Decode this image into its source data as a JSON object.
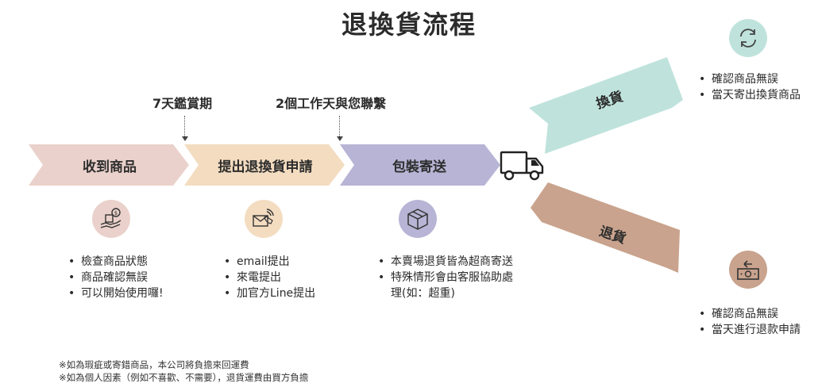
{
  "title": "退換貨流程",
  "annotations": {
    "seven_day": "7天鑑賞期",
    "two_day": "2個工作天與您聯繫"
  },
  "steps": [
    {
      "label": "收到商品",
      "color": "#ead1cb",
      "icon": "hand-money-box-icon",
      "items": [
        "檢查商品狀態",
        "商品確認無誤",
        "可以開始使用囉!"
      ]
    },
    {
      "label": "提出退換貨申請",
      "color": "#f3dcc0",
      "icon": "phone-mail-icon",
      "items": [
        "email提出",
        "來電提出",
        "加官方Line提出"
      ]
    },
    {
      "label": "包裝寄送",
      "color": "#b7b4d5",
      "icon": "package-box-icon",
      "items": [
        "本賣場退貨皆為超商寄送",
        "特殊情形會由客服協助處理(如：超重)"
      ]
    }
  ],
  "truck_icon": "delivery-truck-icon",
  "exchange": {
    "label": "換貨",
    "color": "#bfe3dc",
    "icon": "refresh-arrows-icon",
    "items": [
      "確認商品無誤",
      "當天寄出換貨商品"
    ]
  },
  "return": {
    "label": "退貨",
    "color": "#c9a38d",
    "icon": "cash-refund-icon",
    "items": [
      "確認商品無誤",
      "當天進行退款申請"
    ]
  },
  "notes": [
    "※如為瑕疵或寄錯商品，本公司將負擔來回運費",
    "※如為個人因素（例如不喜歡、不需要），退貨運費由買方負擔"
  ]
}
